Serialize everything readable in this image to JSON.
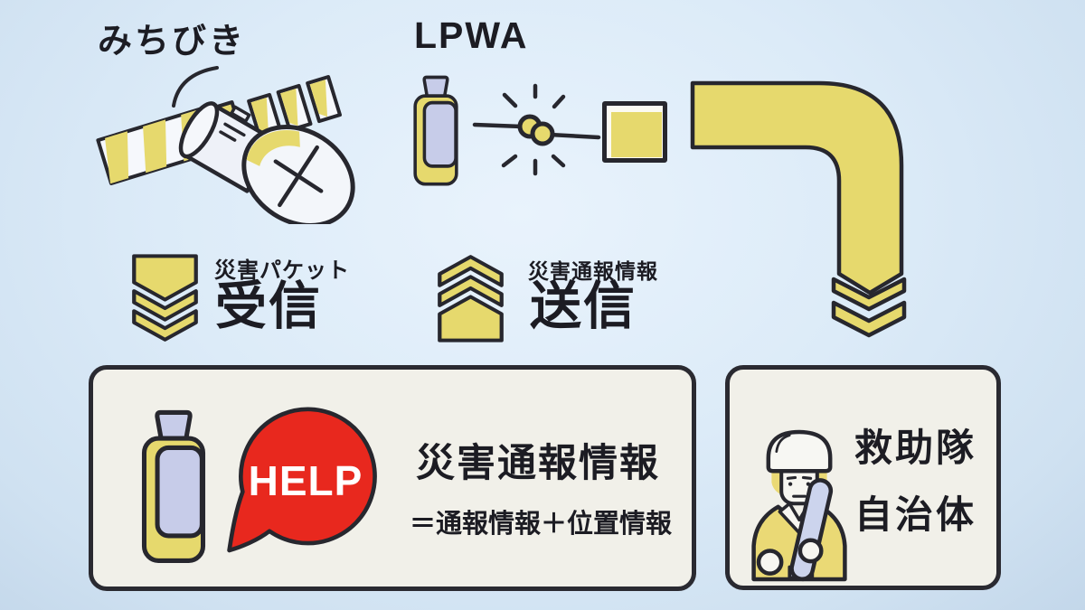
{
  "labels": {
    "michibiki": "みちびき",
    "lpwa": "LPWA"
  },
  "receive": {
    "caption": "災害パケット",
    "label": "受信"
  },
  "send": {
    "caption": "災害通報情報",
    "label": "送信"
  },
  "help_box": {
    "bubble": "HELP",
    "title": "災害通報情報",
    "formula": "＝通報情報＋位置情報"
  },
  "responder_box": {
    "line1": "救助隊",
    "line2": "自治体"
  },
  "icons": {
    "satellite": "satellite-icon",
    "device": "beacon-device-icon",
    "link": "wireless-link-icon",
    "node": "gateway-node-icon",
    "pipe": "flow-elbow-arrow-icon",
    "receive_chevrons": "chevrons-down-icon",
    "send_chevrons": "chevrons-up-icon",
    "bubble": "speech-bubble-icon",
    "worker": "rescue-worker-icon"
  },
  "colors": {
    "yellow": "#e6d96d",
    "outline": "#27272e",
    "lavender": "#c7cce9",
    "red": "#e8281e",
    "panel_bg": "#f1f0e9",
    "background": "#dcebf8",
    "text": "#1c1c23"
  }
}
